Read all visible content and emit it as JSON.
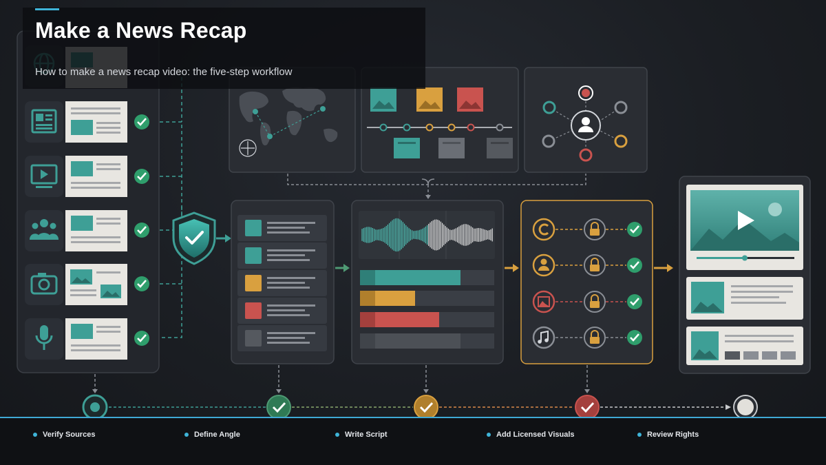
{
  "header": {
    "title": "Make a News Recap",
    "subtitle": "How to make a news recap video: the five-step workflow"
  },
  "steps": [
    {
      "label": "Verify Sources"
    },
    {
      "label": "Define Angle"
    },
    {
      "label": "Write Script"
    },
    {
      "label": "Add Licensed Visuals"
    },
    {
      "label": "Review Rights"
    }
  ],
  "colors": {
    "teal": "#3e9f96",
    "gold": "#d9a03f",
    "red": "#c9534f",
    "gray": "#6a6e75",
    "accent_blue": "#3fb4d8",
    "green_check": "#2f9e6c"
  },
  "icons": {
    "source_list": [
      "globe-icon",
      "newspaper-icon",
      "video-icon",
      "people-icon",
      "camera-icon",
      "microphone-icon"
    ],
    "visual_types": [
      "copyright-icon",
      "person-icon",
      "image-icon",
      "music-icon"
    ]
  }
}
